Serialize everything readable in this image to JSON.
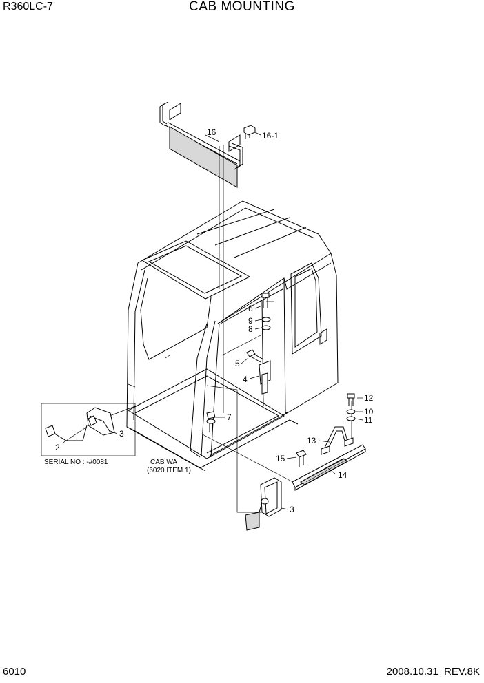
{
  "header": {
    "model": "R360LC-7",
    "title": "CAB MOUNTING"
  },
  "footer": {
    "page_number": "6010",
    "date_rev": "2008.10.31  REV.8K"
  },
  "callouts": {
    "c16": "16",
    "c16_1": "16-1",
    "c6": "6",
    "c9": "9",
    "c8": "8",
    "c5": "5",
    "c4": "4",
    "c7": "7",
    "c3a": "3",
    "c2": "2",
    "c12": "12",
    "c10": "10",
    "c11": "11",
    "c13": "13",
    "c15": "15",
    "c14": "14",
    "c3b": "3"
  },
  "notes": {
    "serial": "SERIAL NO : -#0081",
    "cab_line1": "CAB WA",
    "cab_line2": "(6020 ITEM 1)"
  }
}
